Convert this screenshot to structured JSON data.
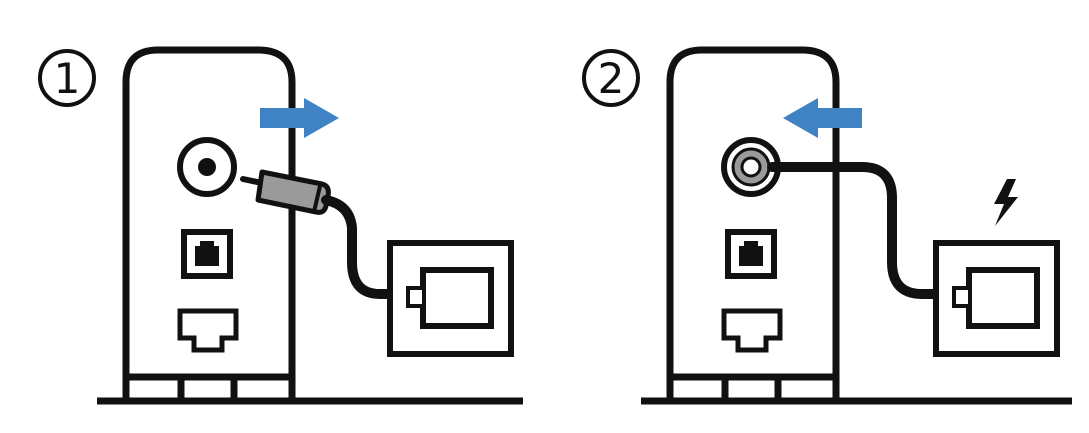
{
  "steps": [
    {
      "number": "1",
      "arrow_direction": "right",
      "power_symbol": false
    },
    {
      "number": "2",
      "arrow_direction": "left",
      "power_symbol": true
    }
  ],
  "colors": {
    "line": "#111111",
    "arrow": "#3f83c4",
    "plug_gray": "#9a9a9a",
    "background": "#ffffff"
  },
  "icons": {
    "step_one": "unplug-power-cable-diagram",
    "step_two": "replug-power-cable-diagram",
    "power": "lightning-bolt-icon"
  }
}
